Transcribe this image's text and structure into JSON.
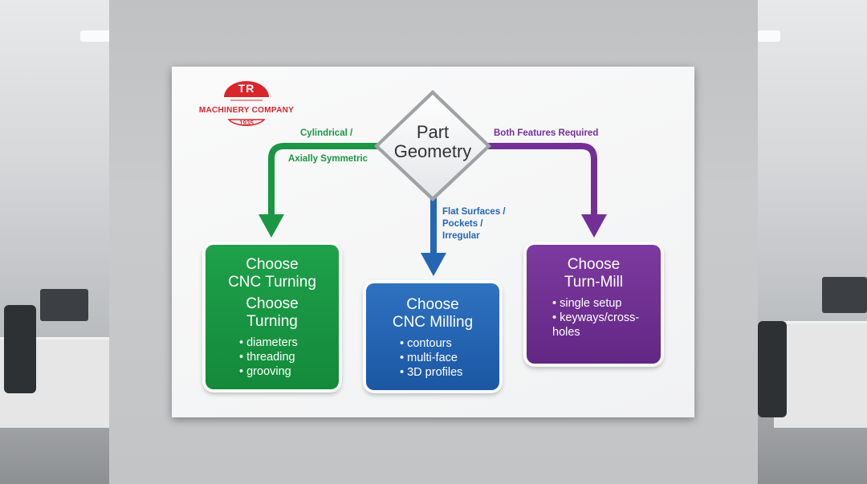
{
  "logo": {
    "initials": "TR",
    "name": "MACHINERY COMPANY",
    "year": "1935"
  },
  "decision": {
    "line1": "Part",
    "line2": "Geometry"
  },
  "edges": {
    "left_line1": "Cylindrical /",
    "left_line2": "Axially Symmetric",
    "center_line1": "Flat Surfaces /",
    "center_line2": "Pockets /",
    "center_line3": "Irregular",
    "right": "Both Features Required"
  },
  "boxes": {
    "turning": {
      "title1": "Choose",
      "title2": "CNC Turning",
      "title3": "Choose",
      "title4": "Turning",
      "bullets": [
        "diameters",
        "threading",
        "grooving"
      ]
    },
    "milling": {
      "title1": "Choose",
      "title2": "CNC Milling",
      "bullets": [
        "contours",
        "multi-face",
        "3D profiles"
      ]
    },
    "turnmill": {
      "title1": "Choose",
      "title2": "Turn-Mill",
      "bullets": [
        "single setup",
        "keyways/cross-holes"
      ]
    }
  },
  "colors": {
    "turning": "#1a9645",
    "milling": "#2466b4",
    "turnmill": "#742f97",
    "logo_red": "#d8262c"
  }
}
